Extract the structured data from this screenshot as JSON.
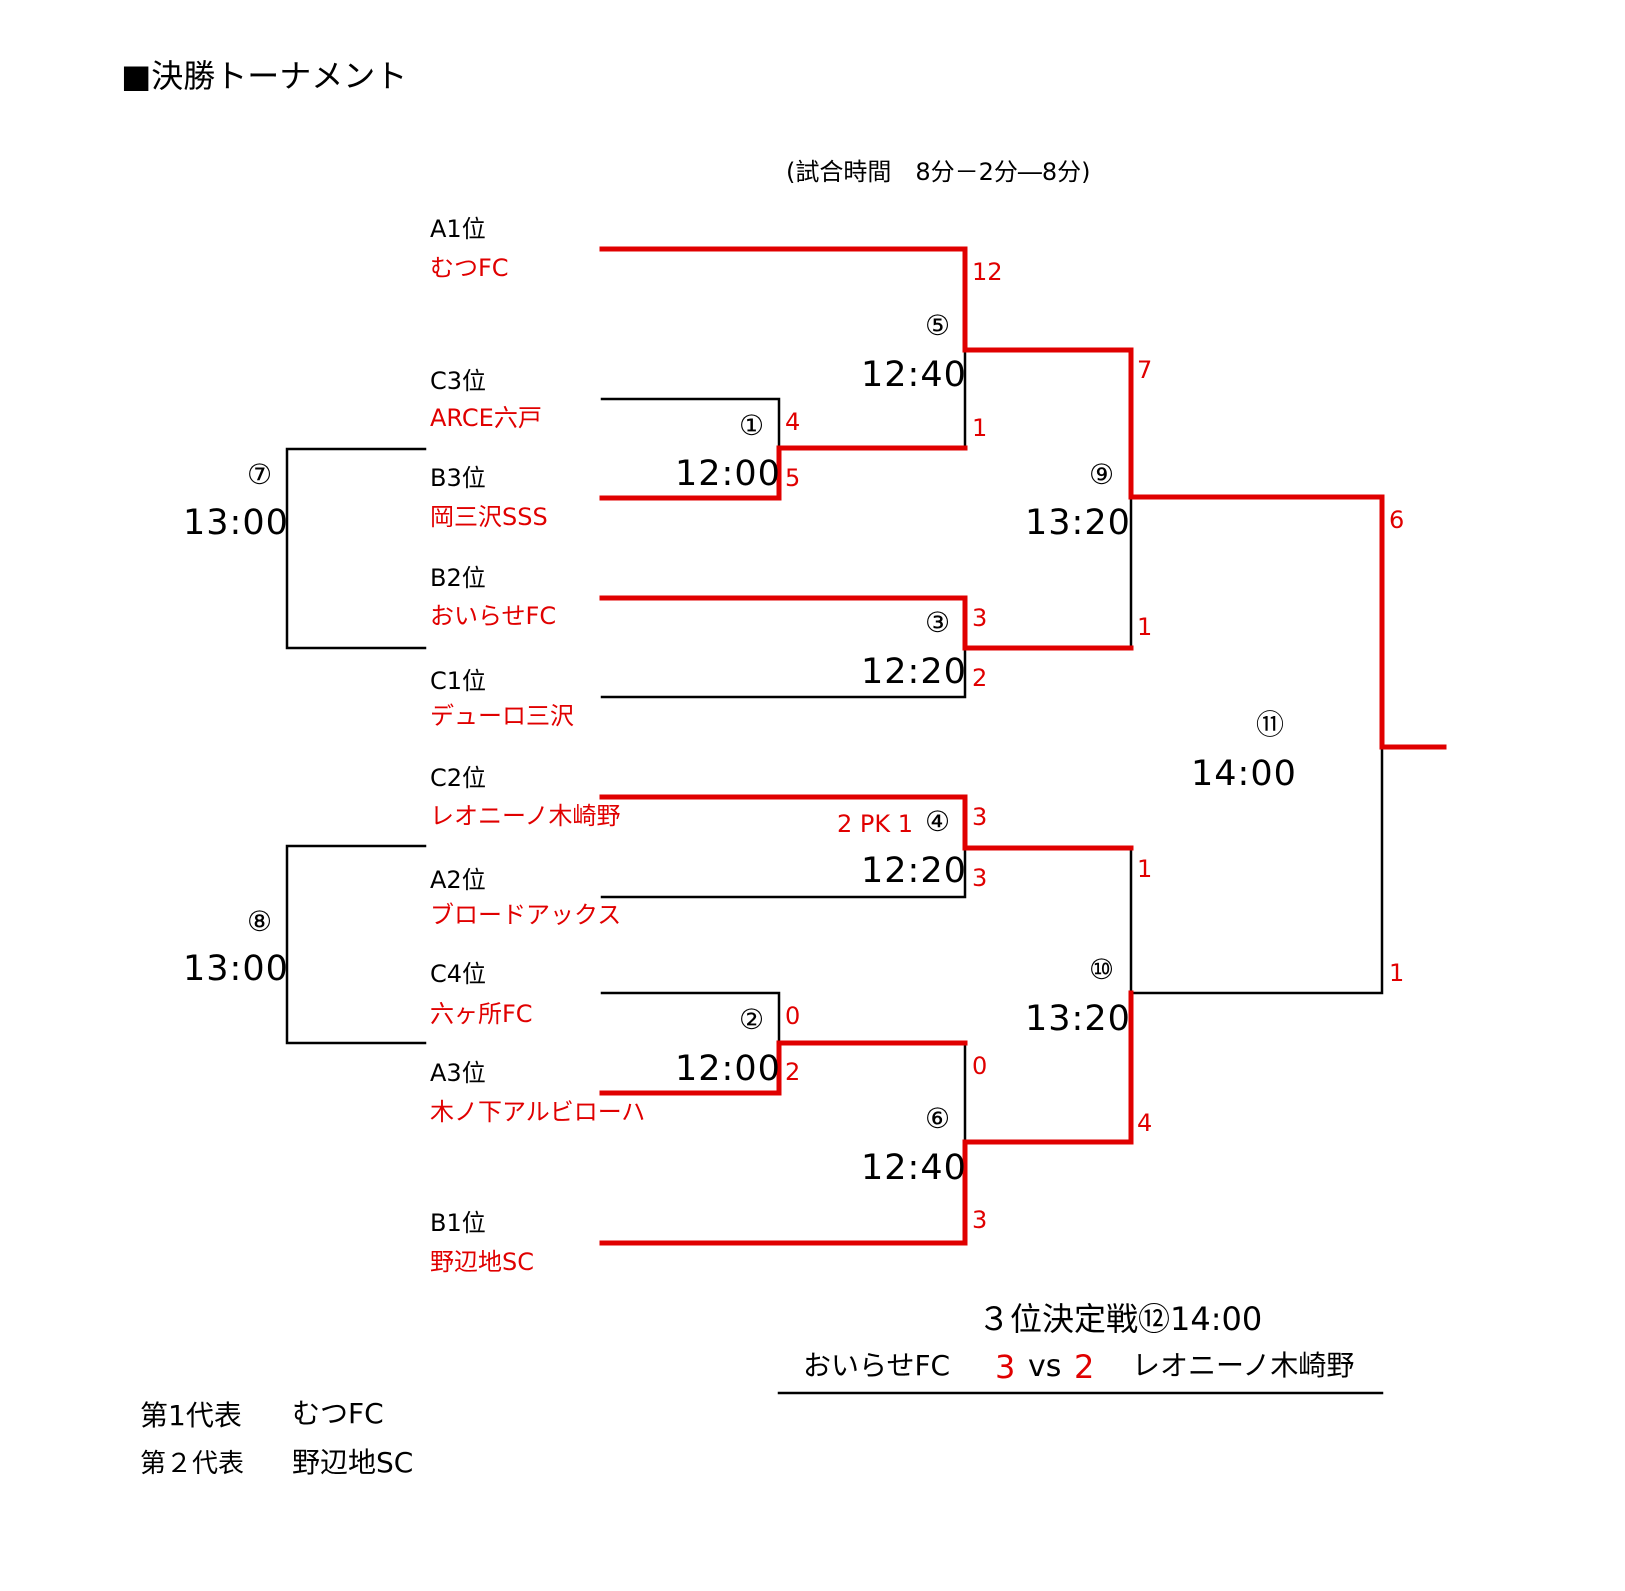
{
  "title": "■決勝トーナメント",
  "note": "(試合時間　8分－2分―8分)",
  "slots": [
    {
      "rank": "A1位",
      "team": "むつFC"
    },
    {
      "rank": "C3位",
      "team": "ARCE六戸"
    },
    {
      "rank": "B3位",
      "team": "岡三沢SSS"
    },
    {
      "rank": "B2位",
      "team": "おいらせFC"
    },
    {
      "rank": "C1位",
      "team": "デューロ三沢"
    },
    {
      "rank": "C2位",
      "team": "レオニーノ木崎野"
    },
    {
      "rank": "A2位",
      "team": "ブロードアックス"
    },
    {
      "rank": "C4位",
      "team": "六ヶ所FC"
    },
    {
      "rank": "A3位",
      "team": "木ノ下アルビローハ"
    },
    {
      "rank": "B1位",
      "team": "野辺地SC"
    }
  ],
  "matches": {
    "m1": {
      "no": "①",
      "time": "12:00",
      "top": "4",
      "bottom": "5"
    },
    "m2": {
      "no": "②",
      "time": "12:00",
      "top": "0",
      "bottom": "2"
    },
    "m3": {
      "no": "③",
      "time": "12:20",
      "top": "3",
      "bottom": "2"
    },
    "m4": {
      "no": "④",
      "time": "12:20",
      "top": "3",
      "bottom": "3",
      "pk": "2 PK 1"
    },
    "m5": {
      "no": "⑤",
      "time": "12:40",
      "top": "12",
      "bottom": "1"
    },
    "m6": {
      "no": "⑥",
      "time": "12:40",
      "top": "0",
      "bottom": "3"
    },
    "m7": {
      "no": "⑦",
      "time": "13:00"
    },
    "m8": {
      "no": "⑧",
      "time": "13:00"
    },
    "m9": {
      "no": "⑨",
      "time": "13:20",
      "top": "7",
      "bottom": "1"
    },
    "m10": {
      "no": "⑩",
      "time": "13:20",
      "top": "1",
      "bottom": "4"
    },
    "m11": {
      "no": "⑪",
      "time": "14:00",
      "top": "6",
      "bottom": "1"
    }
  },
  "third_place": {
    "title": "３位決定戦⑫14:00",
    "team_left": "おいらせFC",
    "score_left": "3",
    "vs": "vs",
    "score_right": "2",
    "team_right": "レオニーノ木崎野"
  },
  "representatives": [
    {
      "label": "第1代表",
      "team": "むつFC"
    },
    {
      "label": "第２代表",
      "team": "野辺地SC"
    }
  ],
  "colors": {
    "winner_line": "#e00000",
    "loser_line": "#000000",
    "team_text": "#e00000"
  }
}
